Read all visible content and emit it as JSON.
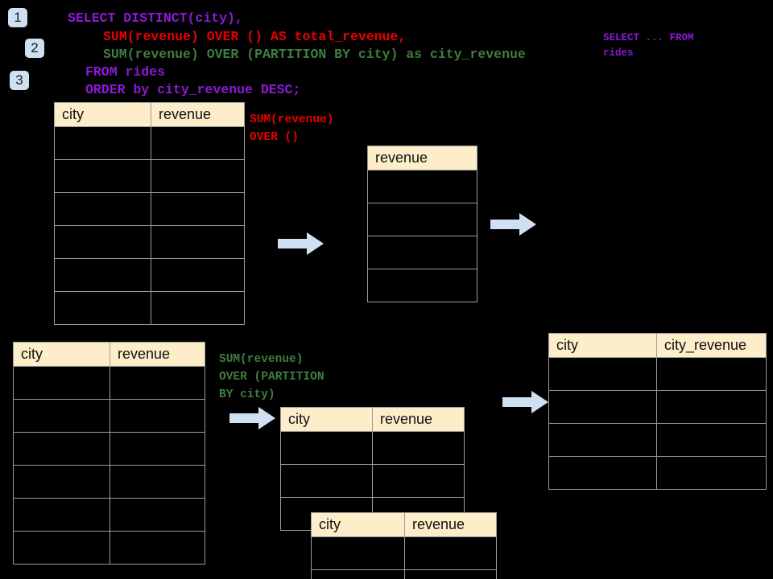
{
  "page": {
    "background": "#000000",
    "header_fill": "#fdeec9",
    "grid_line": "#9d9d9d",
    "arrow_fill": "#cfe0f2",
    "badge_fill": "#cfe0f2",
    "accent_purple": "#8c19d6",
    "accent_red": "#e60000",
    "accent_green": "#3f7d3f"
  },
  "badges": [
    {
      "label": "1"
    },
    {
      "label": "2"
    },
    {
      "label": "3"
    }
  ],
  "sql": {
    "lines": [
      {
        "text": "SELECT DISTINCT(city),",
        "color": "purple"
      },
      {
        "text": "SUM(revenue) OVER () AS total_revenue,",
        "color": "red"
      },
      {
        "text": "SUM(revenue) OVER (PARTITION BY city) as city_revenue",
        "color": "green"
      },
      {
        "text": "FROM rides",
        "color": "purple"
      },
      {
        "text": "ORDER by city_revenue DESC;",
        "color": "purple"
      }
    ],
    "side_note": "SELECT ... FROM\nrides"
  },
  "annotations": {
    "over_empty": "SUM(revenue)\nOVER ()",
    "over_partition": "SUM(revenue)\nOVER (PARTITION\nBY city)"
  },
  "arrows": [
    {
      "name": "arrow-rides-to-total"
    },
    {
      "name": "arrow-total-to-result-top"
    },
    {
      "name": "arrow-rides-to-partition"
    },
    {
      "name": "arrow-partition-to-result"
    }
  ],
  "tables": {
    "rides_top": {
      "name": "rides-table-top",
      "columns": [
        "city",
        "revenue"
      ],
      "rows": [
        [
          "",
          ""
        ],
        [
          "",
          ""
        ],
        [
          "",
          ""
        ],
        [
          "",
          ""
        ],
        [
          "",
          ""
        ],
        [
          "",
          ""
        ]
      ]
    },
    "total_revenue": {
      "name": "total-revenue-table",
      "columns": [
        "revenue"
      ],
      "rows": [
        [
          ""
        ],
        [
          ""
        ],
        [
          ""
        ],
        [
          ""
        ]
      ]
    },
    "rides_bottom": {
      "name": "rides-table-bottom",
      "columns": [
        "city",
        "revenue"
      ],
      "rows": [
        [
          "",
          ""
        ],
        [
          "",
          ""
        ],
        [
          "",
          ""
        ],
        [
          "",
          ""
        ],
        [
          "",
          ""
        ],
        [
          "",
          ""
        ]
      ]
    },
    "partition_back": {
      "name": "partition-table-back",
      "columns": [
        "city",
        "revenue"
      ],
      "rows": [
        [
          "",
          ""
        ],
        [
          "",
          ""
        ],
        [
          "",
          ""
        ]
      ]
    },
    "partition_front": {
      "name": "partition-table-front",
      "columns": [
        "city",
        "revenue"
      ],
      "rows": [
        [
          "",
          ""
        ],
        [
          "",
          ""
        ]
      ]
    },
    "result": {
      "name": "result-table",
      "columns": [
        "city",
        "city_revenue"
      ],
      "rows": [
        [
          "",
          ""
        ],
        [
          "",
          ""
        ],
        [
          "",
          ""
        ],
        [
          "",
          ""
        ]
      ]
    }
  }
}
